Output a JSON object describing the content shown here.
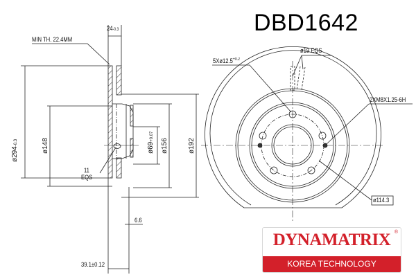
{
  "title": "DBD1642",
  "side_view": {
    "min_thickness": "MIN TH. 22.4MM",
    "disc_thickness": "24",
    "disc_thickness_tol_upper": "0",
    "disc_thickness_tol_lower": "-0.3",
    "outer_diameter": "ø294",
    "outer_diameter_tol_upper": "0",
    "outer_diameter_tol_lower": "-0.3",
    "diameter_148": "ø148",
    "center_bore": "ø69",
    "center_bore_tol_upper": "+0.07",
    "center_bore_tol_lower": "0",
    "diameter_156": "ø156",
    "diameter_192": "ø192",
    "vent_holes": "11",
    "vent_holes_note": "EQS",
    "hat_thickness": "6.6",
    "total_height": "39.1±0.12"
  },
  "front_view": {
    "bolt_holes": "5Xø12.5",
    "bolt_holes_tol_upper": "+0.2",
    "bolt_holes_tol_lower": "0",
    "vent_label": "ø19",
    "vent_label_note": "EQS",
    "threaded_holes": "2XM8X1.25-6H",
    "pcd": "ø114.3"
  },
  "logo": {
    "brand": "DYNAMATRIX",
    "registered": "®",
    "tagline": "KOREA TECHNOLOGY",
    "brand_color": "#d3202a"
  }
}
